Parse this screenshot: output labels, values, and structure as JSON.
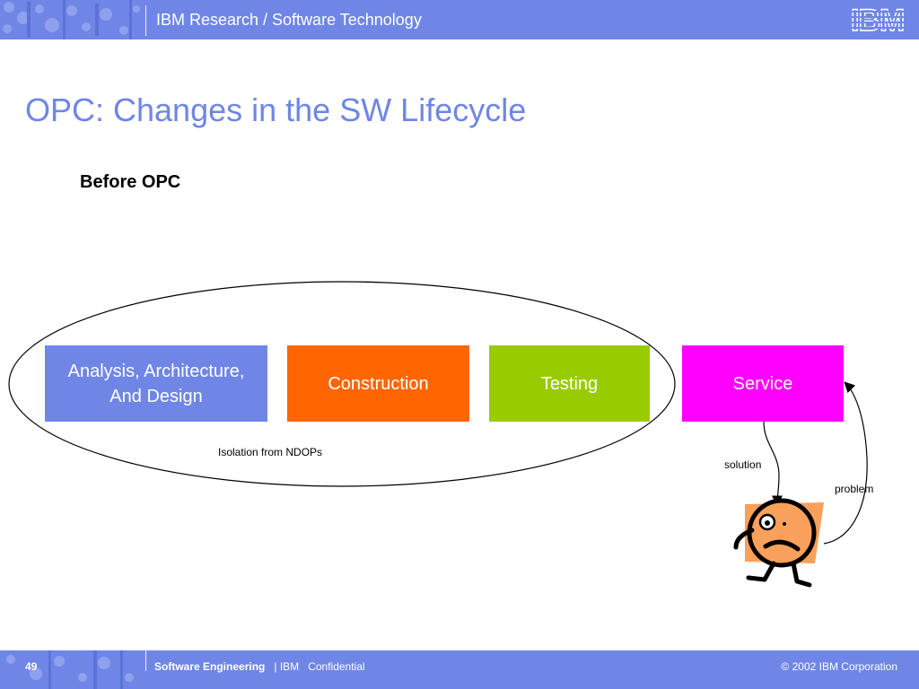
{
  "header": {
    "title": "IBM Research / Software Technology",
    "logo": "IBM"
  },
  "slide": {
    "title": "OPC: Changes in the SW Lifecycle",
    "subtitle": "Before OPC"
  },
  "diagram": {
    "boxes": [
      {
        "label_line1": "Analysis, Architecture,",
        "label_line2": "And Design",
        "color": "#6f86e6"
      },
      {
        "label": "Construction",
        "color": "#ff6600"
      },
      {
        "label": "Testing",
        "color": "#99cc00"
      },
      {
        "label": "Service",
        "color": "#ff00ff"
      }
    ],
    "ellipse_label": "Isolation from NDOPs",
    "arrow_solution_label": "solution",
    "arrow_problem_label": "problem",
    "figure_icon": "worried-character-icon"
  },
  "footer": {
    "page_number": "49",
    "department": "Software Engineering",
    "company": "| IBM",
    "confidential": "Confidential",
    "copyright": "© 2002 IBM Corporation"
  },
  "colors": {
    "accent": "#6f86e6",
    "construction": "#ff6600",
    "testing": "#99cc00",
    "service": "#ff00ff",
    "character": "#f9a05a"
  }
}
